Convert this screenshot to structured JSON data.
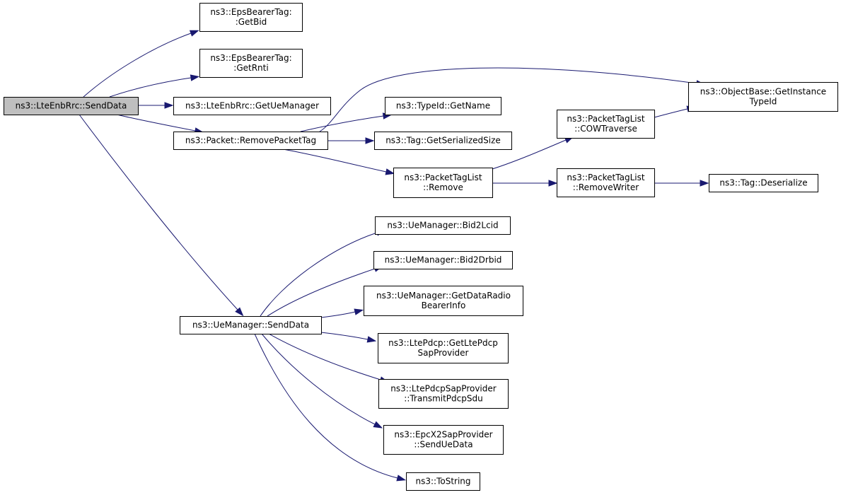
{
  "nodes": [
    {
      "id": "root",
      "lines": [
        "ns3::LteEnbRrc::SendData"
      ],
      "root": true
    },
    {
      "id": "eps_getbid",
      "lines": [
        "ns3::EpsBearerTag:",
        ":GetBid"
      ]
    },
    {
      "id": "eps_getrnti",
      "lines": [
        "ns3::EpsBearerTag:",
        ":GetRnti"
      ]
    },
    {
      "id": "getuemanager",
      "lines": [
        "ns3::LteEnbRrc::GetUeManager"
      ]
    },
    {
      "id": "removepackettag",
      "lines": [
        "ns3::Packet::RemovePacketTag"
      ]
    },
    {
      "id": "typeid_getname",
      "lines": [
        "ns3::TypeId::GetName"
      ]
    },
    {
      "id": "tag_getserializedsize",
      "lines": [
        "ns3::Tag::GetSerializedSize"
      ]
    },
    {
      "id": "ptl_remove",
      "lines": [
        "ns3::PacketTagList",
        "::Remove"
      ]
    },
    {
      "id": "ptl_cowtraverse",
      "lines": [
        "ns3::PacketTagList",
        "::COWTraverse"
      ]
    },
    {
      "id": "ptl_removewriter",
      "lines": [
        "ns3::PacketTagList",
        "::RemoveWriter"
      ]
    },
    {
      "id": "objectbase_getinstancetypeid",
      "lines": [
        "ns3::ObjectBase::GetInstance",
        "TypeId"
      ]
    },
    {
      "id": "tag_deserialize",
      "lines": [
        "ns3::Tag::Deserialize"
      ]
    },
    {
      "id": "uemanager_senddata",
      "lines": [
        "ns3::UeManager::SendData"
      ]
    },
    {
      "id": "bid2lcid",
      "lines": [
        "ns3::UeManager::Bid2Lcid"
      ]
    },
    {
      "id": "bid2drbid",
      "lines": [
        "ns3::UeManager::Bid2Drbid"
      ]
    },
    {
      "id": "getdataradiobearerinfo",
      "lines": [
        "ns3::UeManager::GetDataRadio",
        "BearerInfo"
      ]
    },
    {
      "id": "getltepdcpsapprovider",
      "lines": [
        "ns3::LtePdcp::GetLtePdcp",
        "SapProvider"
      ]
    },
    {
      "id": "transmitpdcpsdu",
      "lines": [
        "ns3::LtePdcpSapProvider",
        "::TransmitPdcpSdu"
      ]
    },
    {
      "id": "senduedata",
      "lines": [
        "ns3::EpcX2SapProvider",
        "::SendUeData"
      ]
    },
    {
      "id": "tostring",
      "lines": [
        "ns3::ToString"
      ]
    }
  ],
  "edges": [
    {
      "from": "root",
      "to": "eps_getbid"
    },
    {
      "from": "root",
      "to": "eps_getrnti"
    },
    {
      "from": "root",
      "to": "getuemanager"
    },
    {
      "from": "root",
      "to": "removepackettag"
    },
    {
      "from": "root",
      "to": "uemanager_senddata"
    },
    {
      "from": "removepackettag",
      "to": "objectbase_getinstancetypeid"
    },
    {
      "from": "removepackettag",
      "to": "typeid_getname"
    },
    {
      "from": "removepackettag",
      "to": "tag_getserializedsize"
    },
    {
      "from": "removepackettag",
      "to": "ptl_remove"
    },
    {
      "from": "ptl_remove",
      "to": "ptl_cowtraverse"
    },
    {
      "from": "ptl_remove",
      "to": "ptl_removewriter"
    },
    {
      "from": "ptl_cowtraverse",
      "to": "objectbase_getinstancetypeid"
    },
    {
      "from": "ptl_removewriter",
      "to": "tag_deserialize"
    },
    {
      "from": "uemanager_senddata",
      "to": "bid2lcid"
    },
    {
      "from": "uemanager_senddata",
      "to": "bid2drbid"
    },
    {
      "from": "uemanager_senddata",
      "to": "getdataradiobearerinfo"
    },
    {
      "from": "uemanager_senddata",
      "to": "getltepdcpsapprovider"
    },
    {
      "from": "uemanager_senddata",
      "to": "transmitpdcpsdu"
    },
    {
      "from": "uemanager_senddata",
      "to": "senduedata"
    },
    {
      "from": "uemanager_senddata",
      "to": "tostring"
    }
  ],
  "colors": {
    "edge": "#191970",
    "root_fill": "#bfbfbf",
    "node_fill": "#ffffff",
    "border": "#000000"
  }
}
